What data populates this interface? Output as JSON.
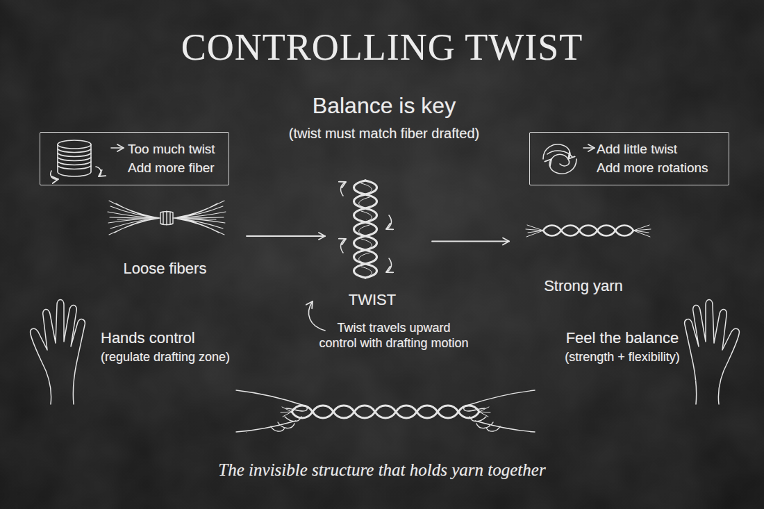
{
  "diagram": {
    "title": "CONTROLLING TWIST",
    "caption": "The invisible structure that holds yarn together",
    "nodes": [
      {
        "text": [
          "Too much twist",
          "Add more fiber"
        ]
      },
      {
        "text": [
          "Add little twist",
          "Add more rotations"
        ]
      },
      {
        "text": [
          "Loose fibers"
        ]
      },
      {
        "text": [
          "TWIST"
        ]
      },
      {
        "text": [
          "Strong yarn"
        ]
      }
    ],
    "edges": [
      {
        "from": 2,
        "to": 3,
        "arrow": "to"
      },
      {
        "from": 3,
        "to": 4,
        "arrow": "to"
      }
    ],
    "labels": [
      "Balance is key",
      "(twist must match fiber drafted)",
      "Twist travels upward control with drafting motion",
      "Hands control",
      "(regulate drafting zone)",
      "Feel the balance",
      "(strength + flexibility)"
    ]
  }
}
